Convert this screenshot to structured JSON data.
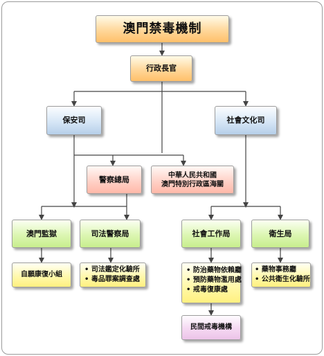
{
  "title": "澳門禁毒機制",
  "nodes": {
    "chief_executive": "行政長官",
    "security": "保安司",
    "social_culture": "社會文化司",
    "police_general": "警察總局",
    "customs": [
      "中華人民共和國",
      "澳門特別行政區海關"
    ],
    "prison": "澳門監獄",
    "judiciary_police": "司法警察局",
    "social_welfare": "社會工作局",
    "health": "衛生局",
    "self_help_group": "自願康復小組",
    "judiciary_sub": [
      "• 司法鑑定化驗所",
      "• 毒品罪案調查處"
    ],
    "welfare_sub": [
      "• 防治藥物依賴廳",
      "• 預防藥物濫用處",
      "• 戒毒復康處"
    ],
    "health_sub": [
      "• 藥物事務廳",
      "• 公共衛生化驗所"
    ],
    "ngo": "民間戒毒機構"
  },
  "colors": {
    "orange": "#ffc06a",
    "blue": "#b6cfe9",
    "pink": "#ffb8a8",
    "green": "#c8ee8e",
    "yellow": "#fff080",
    "lavender": "#ecc4e8",
    "connector": "#444444"
  }
}
